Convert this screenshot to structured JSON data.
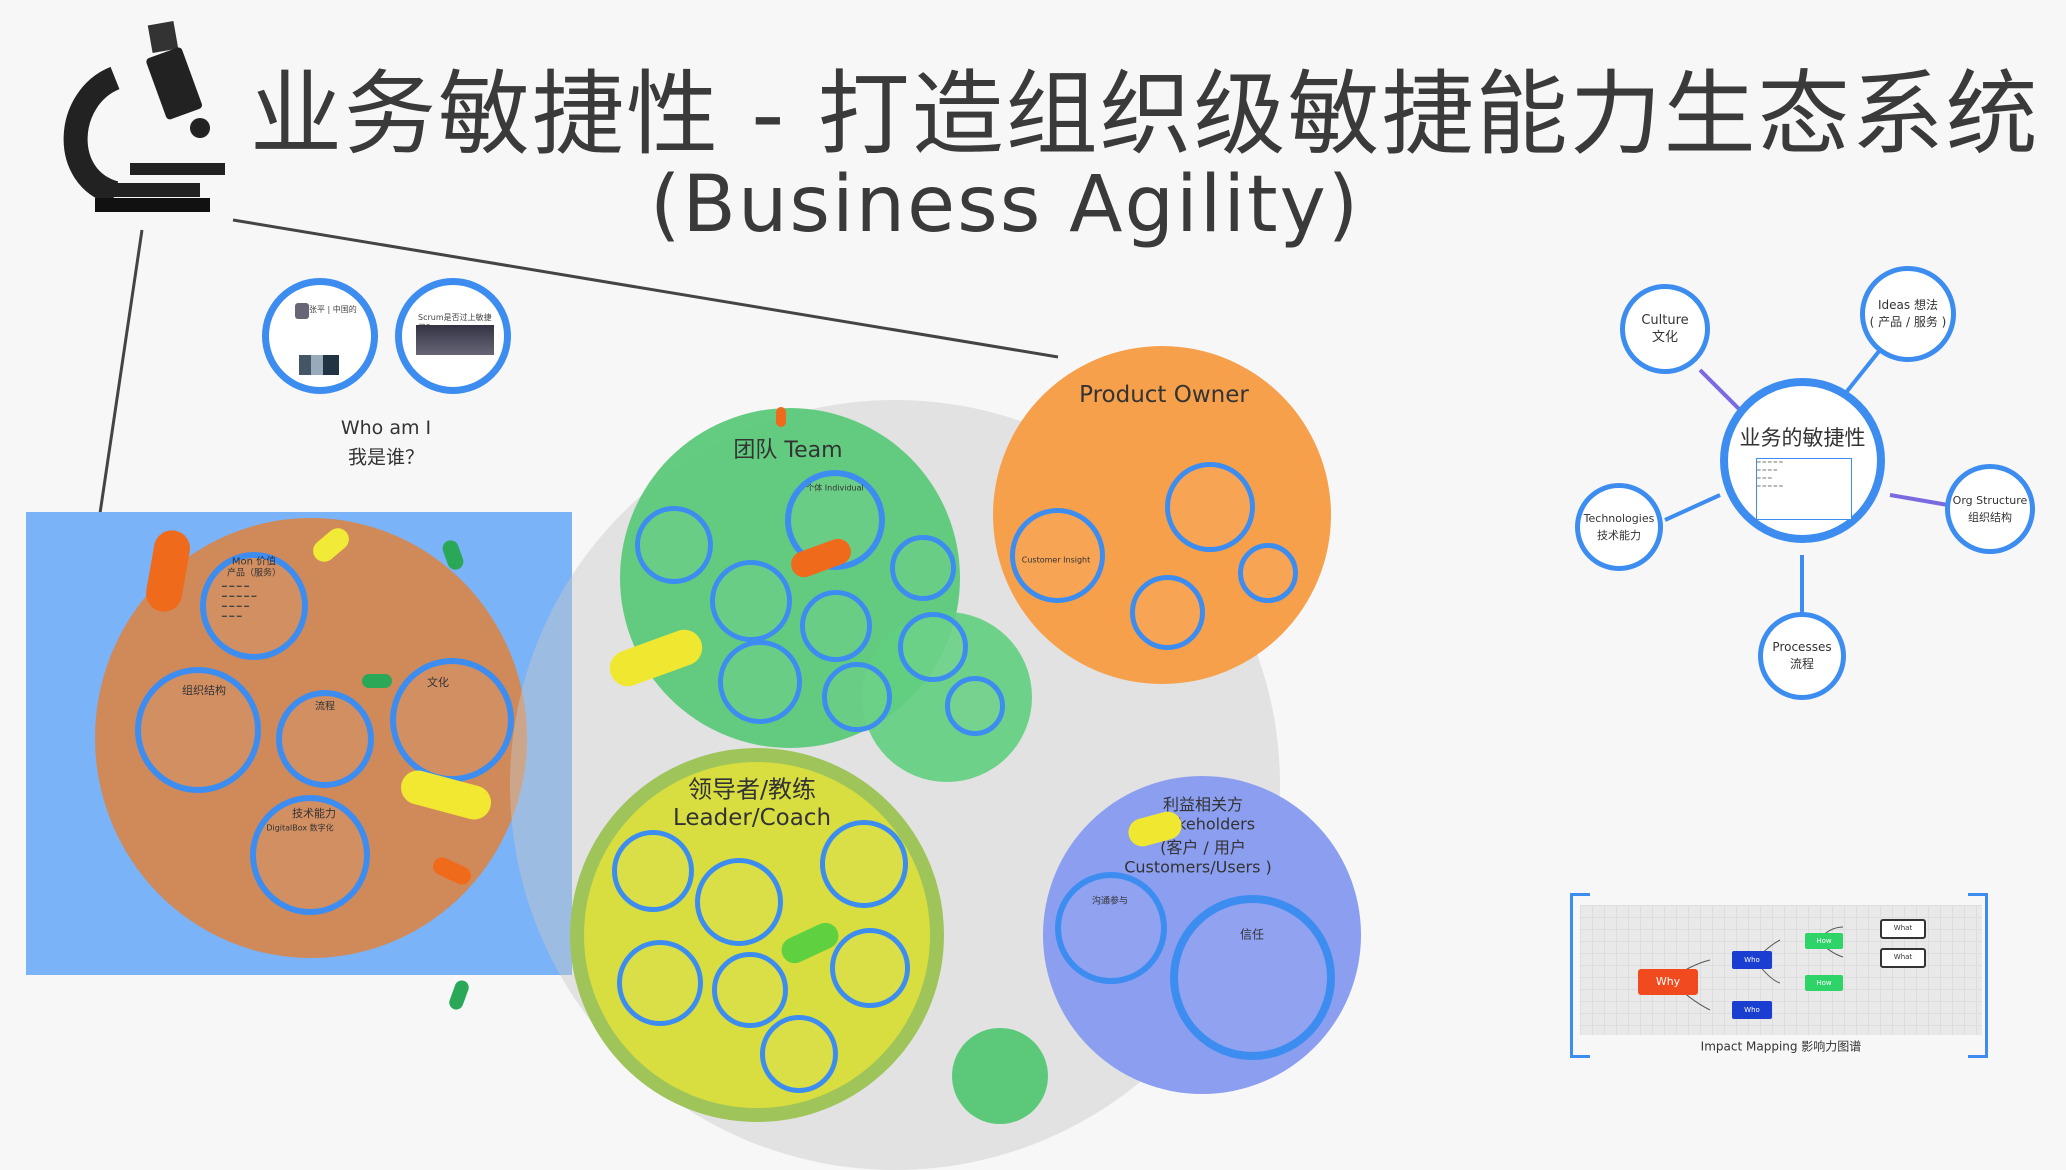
{
  "header": {
    "title": "业务敏捷性 - 打造组织级敏捷能力生态系统",
    "subtitle": "(Business Agility)",
    "logo": "microscope-icon"
  },
  "whoami": {
    "line1": "Who am I",
    "line2": "我是谁？",
    "bubble1": "张平 | 中国的",
    "bubble2": "Scrum是否过上敏捷了？"
  },
  "big_circle": {
    "top": {
      "title": "Mon 价值",
      "sub": "产品（服务）"
    },
    "org": {
      "title": "组织结构"
    },
    "process": {
      "title": "流程"
    },
    "culture": {
      "title": "文化"
    },
    "tech": {
      "title": "技术能力",
      "sub": "DigitalBox 数字化"
    }
  },
  "team": {
    "title": "团队 Team",
    "individual": "个体 Individual"
  },
  "po": {
    "title": "Product Owner",
    "insight": "Customer Insight"
  },
  "leader": {
    "title1": "领导者/教练",
    "title2": "Leader/Coach"
  },
  "stakeholder": {
    "title1": "利益相关方",
    "title2": "Stakeholders",
    "title3": "(客户 / 用户",
    "title4": "Customers/Users )",
    "inner1": "沟通参与",
    "inner2": "信任"
  },
  "mindmap": {
    "center": "业务的敏捷性",
    "culture": "Culture\n文化",
    "ideas": "Ideas 想法\n( 产品 / 服务 )",
    "tech": "Technologies\n技术能力",
    "org": "Org Structure\n组织结构",
    "process": "Processes\n流程"
  },
  "impact": {
    "caption": "Impact Mapping 影响力图谱",
    "why": "Why",
    "who1": "Who",
    "who2": "Who",
    "how1": "How",
    "how2": "How",
    "what1": "What",
    "what2": "What"
  },
  "colors": {
    "blue_ring": "#3d8df0",
    "team_green": "#5cc97a",
    "po_orange": "#f7a04b",
    "leader_yellow": "#d8de3f",
    "stake_blue": "#8b9ef0",
    "brown": "#d08a5a",
    "bg_blue": "#7ab3f7"
  }
}
